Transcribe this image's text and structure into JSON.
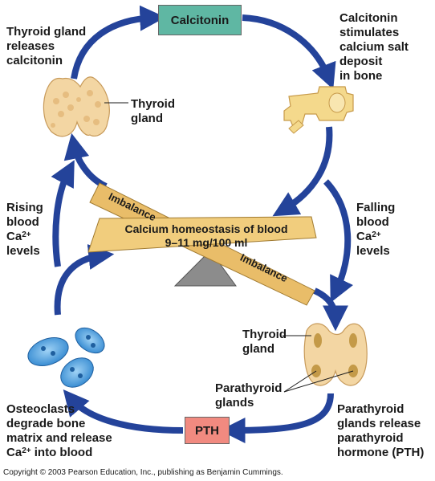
{
  "labels": {
    "calcitonin_box": "Calcitonin",
    "thyroid_releases": [
      "Thyroid gland",
      "releases",
      "calcitonin"
    ],
    "calcitonin_stimulates": [
      "Calcitonin",
      "stimulates",
      "calcium salt",
      "deposit",
      "in bone"
    ],
    "thyroid_gland_top": [
      "Thyroid",
      "gland"
    ],
    "rising": [
      "Rising",
      "blood",
      "Ca",
      "2+",
      "levels"
    ],
    "falling": [
      "Falling",
      "blood",
      "Ca",
      "2+",
      "levels"
    ],
    "imbalance_top": "Imbalance",
    "imbalance_bottom": "Imbalance",
    "homeostasis": [
      "Calcium homeostasis of blood",
      "9–11 mg/100 ml"
    ],
    "thyroid_gland_bottom": [
      "Thyroid",
      "gland"
    ],
    "parathyroid_glands": [
      "Parathyroid",
      "glands"
    ],
    "osteoclasts": [
      "Osteoclasts",
      "degrade bone",
      "matrix and release",
      "Ca",
      "2+",
      " into blood"
    ],
    "pth_box": "PTH",
    "parathyroid_release": [
      "Parathyroid",
      "glands release",
      "parathyroid",
      "hormone (PTH)"
    ]
  },
  "copyright": "Copyright © 2003 Pearson Education, Inc., publishing as Benjamin Cummings.",
  "colors": {
    "arrow": "#24439a",
    "calcitonin_box": "#5fb7a3",
    "pth_box": "#f18a80",
    "seesaw_plank": "#e9bd69",
    "fulcrum": "#8c8c8c",
    "thyroid_tissue": "#f3d6a3",
    "bone": "#f4d98c",
    "osteoclast": "#3b94d8"
  }
}
